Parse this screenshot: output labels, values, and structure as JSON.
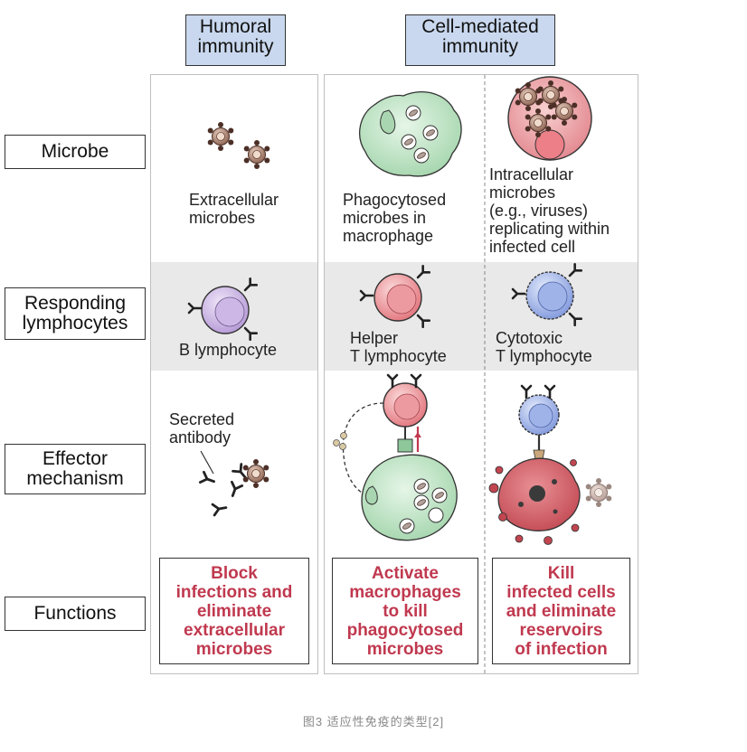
{
  "headers": {
    "humoral": [
      "Humoral",
      "immunity"
    ],
    "cell_mediated": [
      "Cell-mediated",
      "immunity"
    ]
  },
  "row_labels": {
    "microbe": [
      "Microbe"
    ],
    "responding": [
      "Responding",
      "lymphocytes"
    ],
    "effector": [
      "Effector",
      "mechanism"
    ],
    "functions": [
      "Functions"
    ]
  },
  "microbe_captions": {
    "humoral": [
      "Extracellular",
      "microbes"
    ],
    "helper": [
      "Phagocytosed",
      "microbes in",
      "macrophage"
    ],
    "cytotoxic": [
      "Intracellular",
      "microbes",
      "(e.g., viruses)",
      "replicating within",
      "infected cell"
    ]
  },
  "lymphocyte_captions": {
    "humoral": [
      "B lymphocyte"
    ],
    "helper": [
      "Helper",
      "T lymphocyte"
    ],
    "cytotoxic": [
      "Cytotoxic",
      "T lymphocyte"
    ]
  },
  "effector_captions": {
    "humoral": [
      "Secreted",
      "antibody"
    ]
  },
  "functions": {
    "humoral": [
      "Block",
      "infections and",
      "eliminate",
      "extracellular",
      "microbes"
    ],
    "helper": [
      "Activate",
      "macrophages",
      "to kill",
      "phagocytosed",
      "microbes"
    ],
    "cytotoxic": [
      "Kill",
      "infected cells",
      "and eliminate",
      "reservoirs",
      "of infection"
    ]
  },
  "footer": "图3 适应性免疫的类型[2]",
  "colors": {
    "header_fill": "#c9d8ee",
    "band_fill": "#e9e9e9",
    "function_text": "#c0394f",
    "b_cell": "#c9b3e0",
    "helper_t": "#e98f95",
    "cytotoxic_t": "#97aee6",
    "macrophage": "#b9e3bf",
    "infected_cell": "#d9666d"
  }
}
